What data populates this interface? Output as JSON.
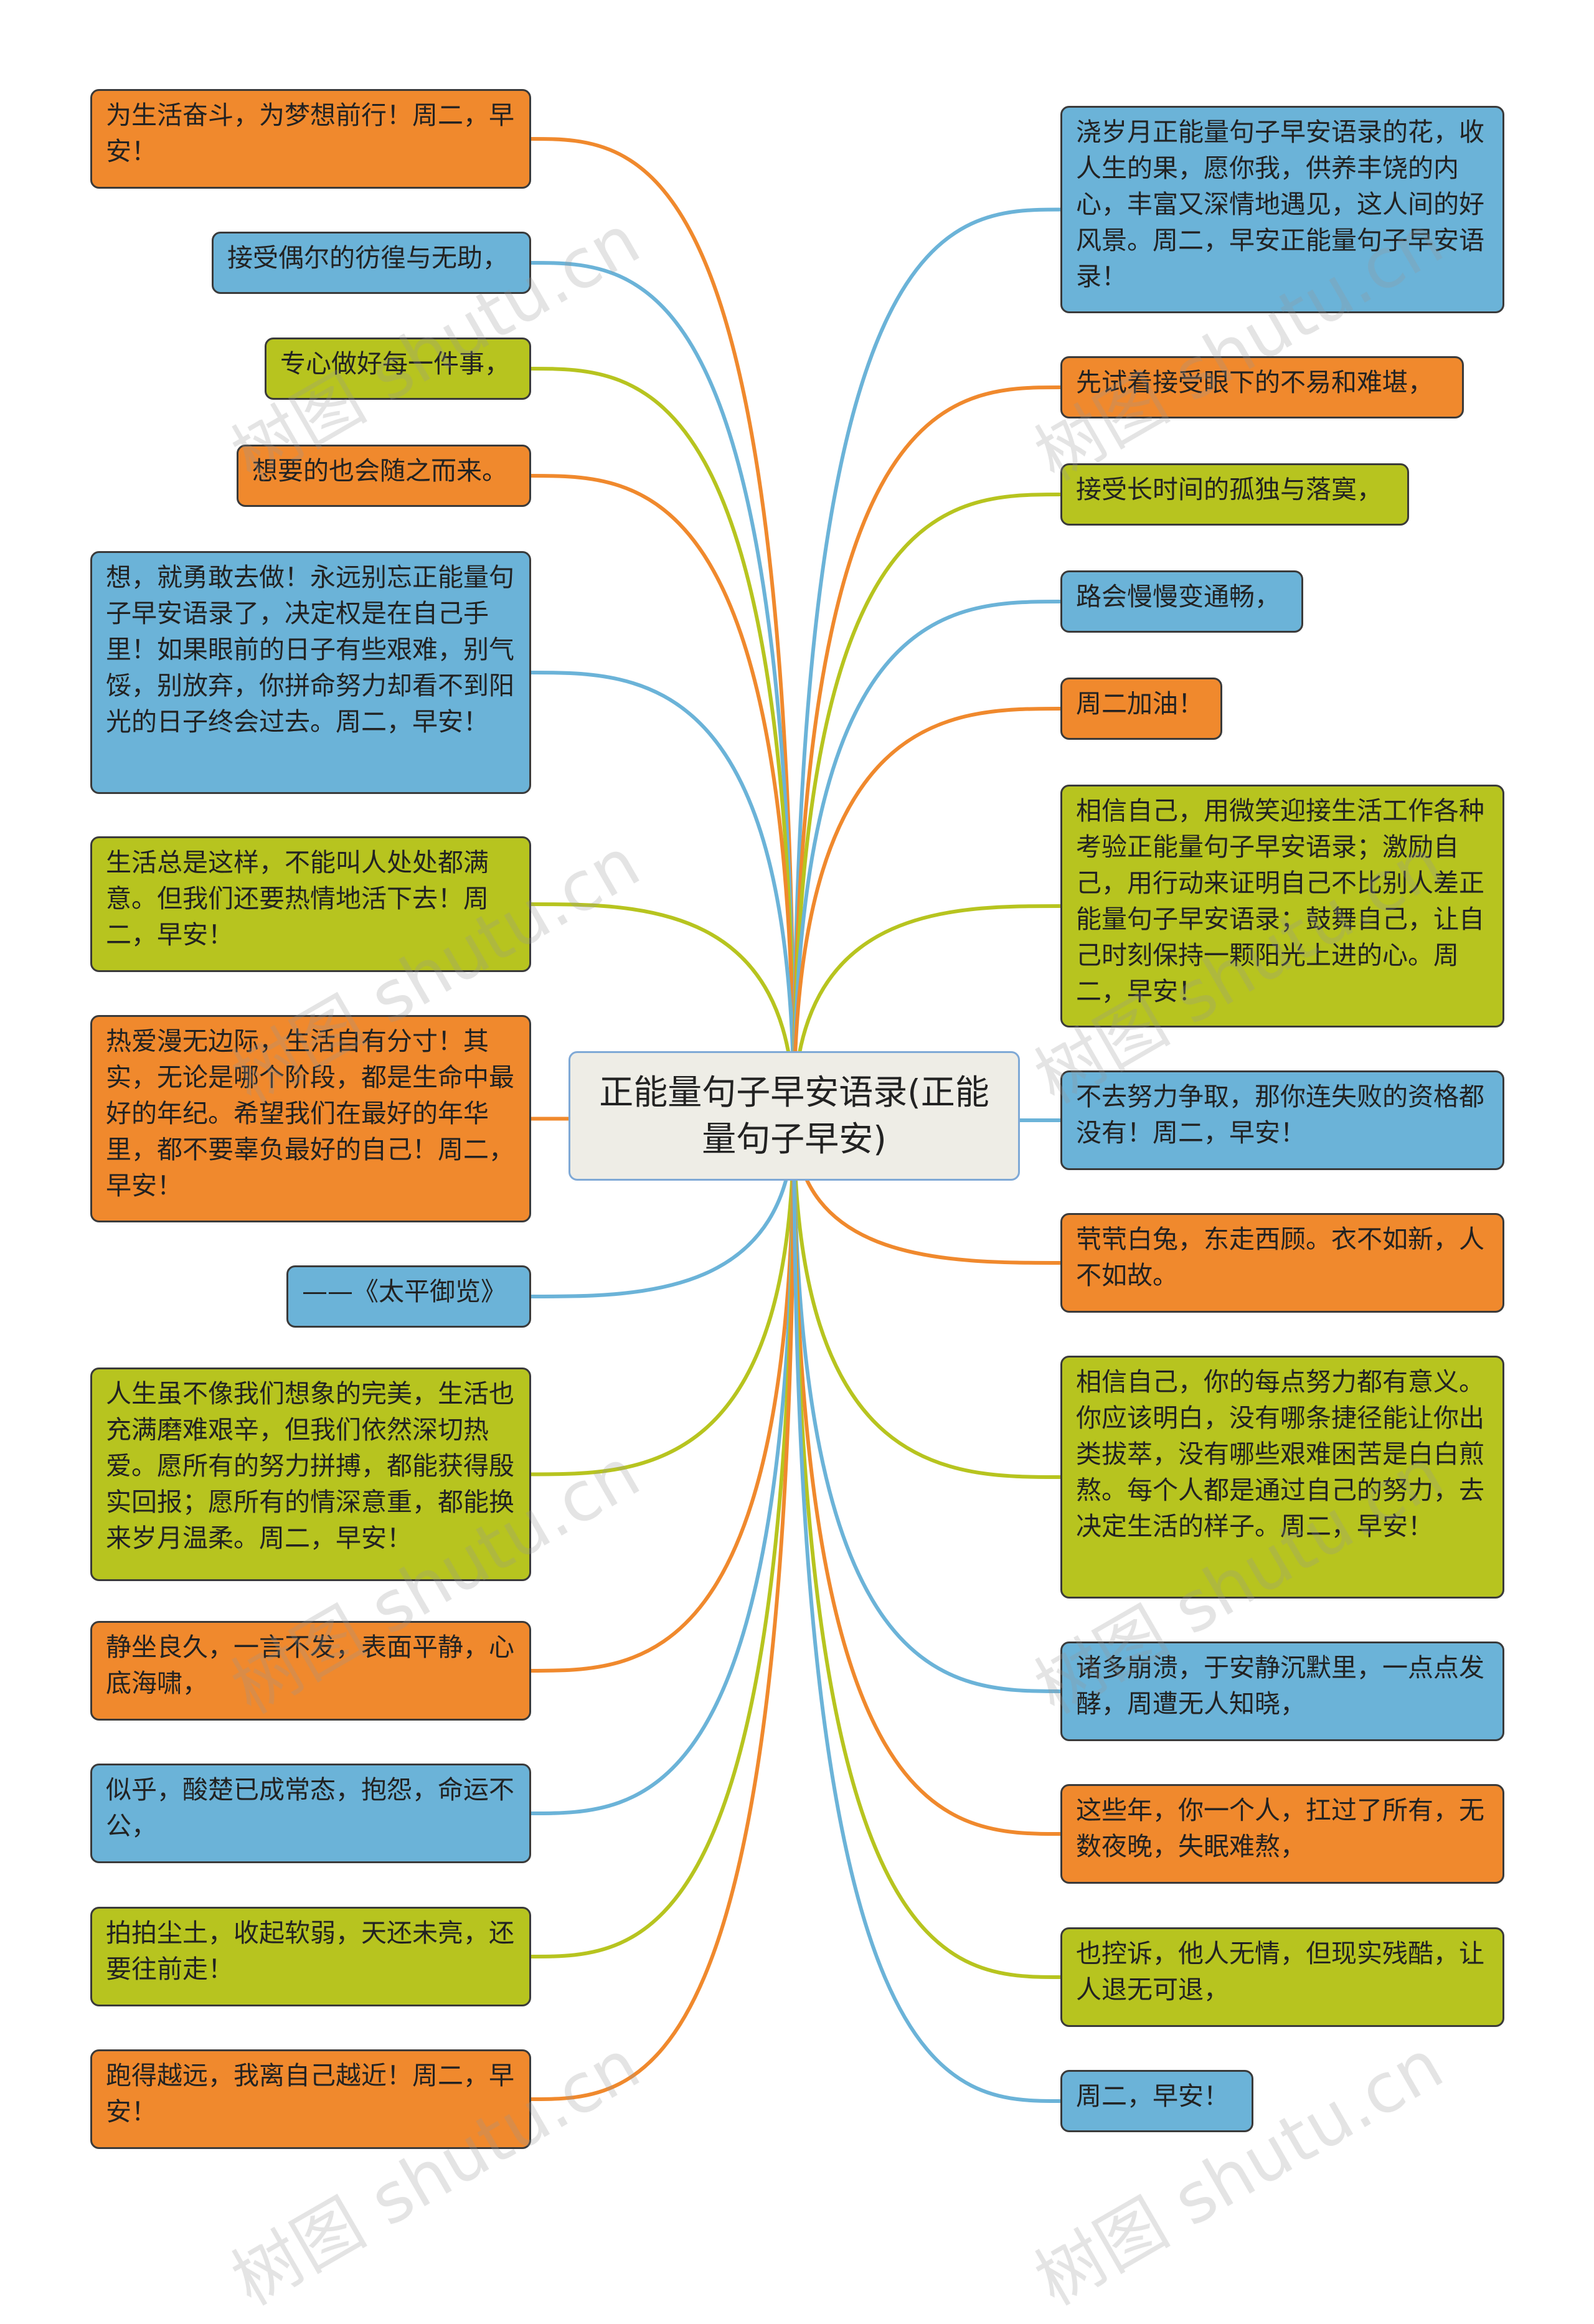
{
  "center": {
    "title": "正能量句子早安语录(正能量句子早安)"
  },
  "watermark": "树图 shutu.cn",
  "colors": {
    "orange": "#f0892d",
    "blue": "#6bb3d8",
    "green": "#b7c41f",
    "center_bg": "#eeede6",
    "center_border": "#7fa9d6"
  },
  "left_nodes": [
    {
      "text": "为生活奋斗，为梦想前行！周二，早安！",
      "color": "orange"
    },
    {
      "text": "接受偶尔的彷徨与无助，",
      "color": "blue"
    },
    {
      "text": "专心做好每一件事，",
      "color": "green"
    },
    {
      "text": "想要的也会随之而来。",
      "color": "orange"
    },
    {
      "text": "想，就勇敢去做！永远别忘正能量句子早安语录了，决定权是在自己手里！如果眼前的日子有些艰难，别气馁，别放弃，你拼命努力却看不到阳光的日子终会过去。周二，早安！",
      "color": "blue"
    },
    {
      "text": "生活总是这样，不能叫人处处都满意。但我们还要热情地活下去！周二，早安！",
      "color": "green"
    },
    {
      "text": "热爱漫无边际，生活自有分寸！其实，无论是哪个阶段，都是生命中最好的年纪。希望我们在最好的年华里，都不要辜负最好的自己！周二，早安！",
      "color": "orange"
    },
    {
      "text": "——《太平御览》",
      "color": "blue"
    },
    {
      "text": "人生虽不像我们想象的完美，生活也充满磨难艰辛，但我们依然深切热爱。愿所有的努力拼搏，都能获得殷实回报；愿所有的情深意重，都能换来岁月温柔。周二，早安！",
      "color": "green"
    },
    {
      "text": "静坐良久，一言不发，表面平静，心底海啸，",
      "color": "orange"
    },
    {
      "text": "似乎，酸楚已成常态，抱怨，命运不公，",
      "color": "blue"
    },
    {
      "text": "拍拍尘土，收起软弱，天还未亮，还要往前走！",
      "color": "green"
    },
    {
      "text": "跑得越远，我离自己越近！周二，早安！",
      "color": "orange"
    }
  ],
  "right_nodes": [
    {
      "text": "浇岁月正能量句子早安语录的花，收人生的果，愿你我，供养丰饶的内心，丰富又深情地遇见，这人间的好风景。周二，早安正能量句子早安语录！",
      "color": "blue"
    },
    {
      "text": "先试着接受眼下的不易和难堪，",
      "color": "orange"
    },
    {
      "text": "接受长时间的孤独与落寞，",
      "color": "green"
    },
    {
      "text": "路会慢慢变通畅，",
      "color": "blue"
    },
    {
      "text": "周二加油！",
      "color": "orange"
    },
    {
      "text": "相信自己，用微笑迎接生活工作各种考验正能量句子早安语录；激励自己，用行动来证明自己不比别人差正能量句子早安语录；鼓舞自己，让自己时刻保持一颗阳光上进的心。周二，早安！",
      "color": "green"
    },
    {
      "text": "不去努力争取，那你连失败的资格都没有！周二，早安！",
      "color": "blue"
    },
    {
      "text": "茕茕白兔，东走西顾。衣不如新，人不如故。",
      "color": "orange"
    },
    {
      "text": "相信自己，你的每点努力都有意义。你应该明白，没有哪条捷径能让你出类拔萃，没有哪些艰难困苦是白白煎熬。每个人都是通过自己的努力，去决定生活的样子。周二，早安！",
      "color": "green"
    },
    {
      "text": "诸多崩溃，于安静沉默里，一点点发酵，周遭无人知晓，",
      "color": "blue"
    },
    {
      "text": "这些年，你一个人，扛过了所有，无数夜晚，失眠难熬，",
      "color": "orange"
    },
    {
      "text": "也控诉，他人无情，但现实残酷，让人退无可退，",
      "color": "green"
    },
    {
      "text": "周二，早安！",
      "color": "blue"
    }
  ]
}
